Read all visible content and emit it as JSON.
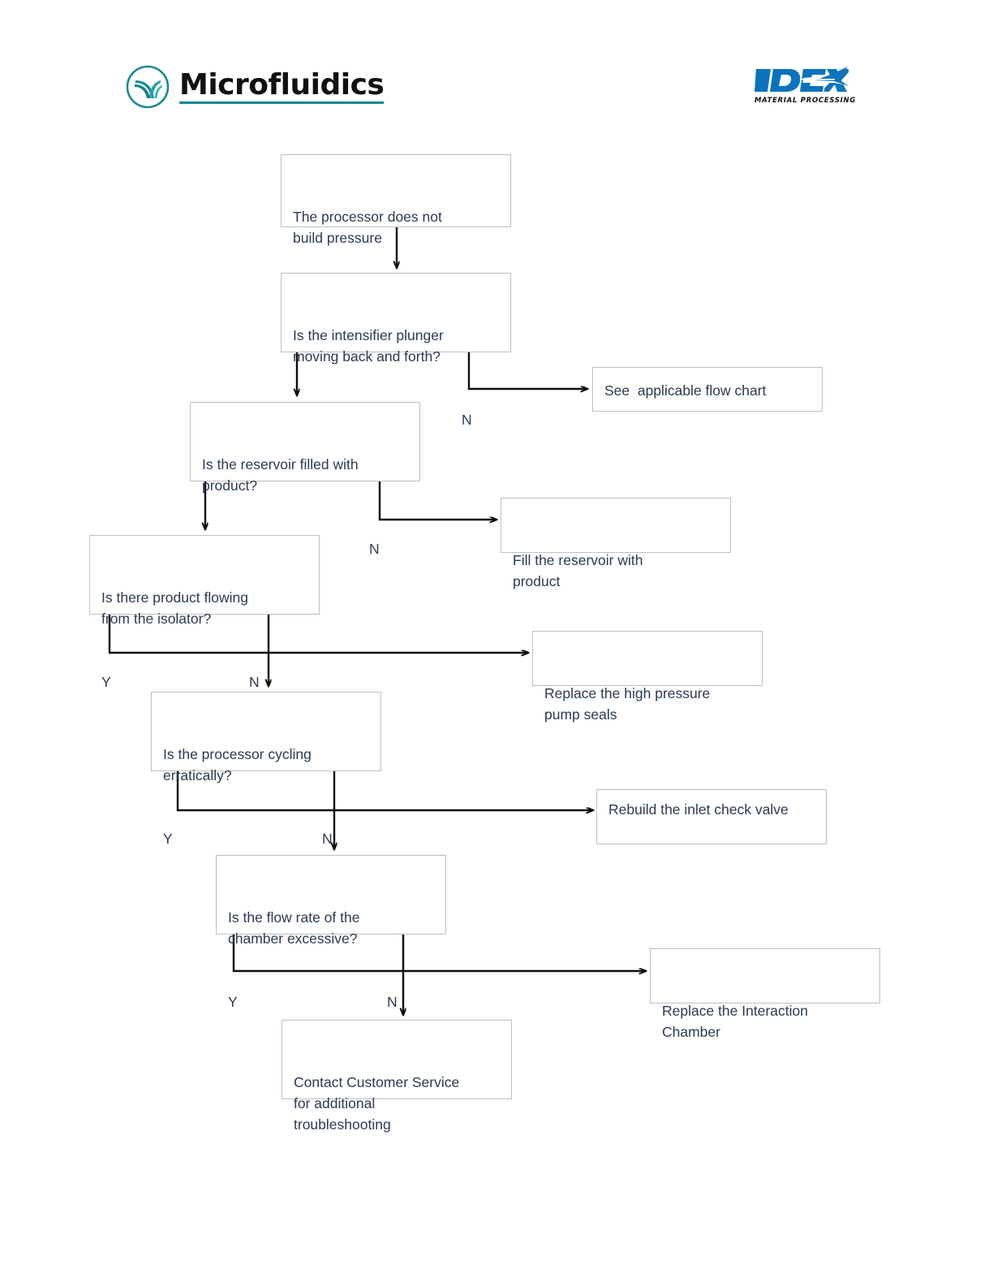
{
  "header": {
    "brand_primary": "Microfluidics",
    "brand_secondary": "IDEX",
    "brand_secondary_tagline": "MATERIAL PROCESSING",
    "brand_primary_color": "#1a8a93",
    "brand_secondary_color": "#0b73bd",
    "logo_mark_name": "microfluidics-leaf-mark",
    "idex_mark_name": "idex-star-mark"
  },
  "flowchart": {
    "title": "The processor does not build pressure",
    "node_text_color": "#2b3a52",
    "node_border_color": "#bfbfbf",
    "connector_color": "#0d0d0d",
    "yes_label": "Y",
    "no_label": "N",
    "nodes": [
      {
        "id": "start",
        "name": "node-processor-no-pressure",
        "text": "The processor does not\nbuild pressure",
        "has_branches": false
      },
      {
        "id": "q-plunger",
        "name": "node-question-intensifier-plunger",
        "text": "Is the intensifier plunger\nmoving back and forth?",
        "has_branches": true
      },
      {
        "id": "a-flowchart",
        "name": "node-see-applicable-flow-chart",
        "text": "See  applicable flow chart",
        "has_branches": false
      },
      {
        "id": "q-reservoir",
        "name": "node-question-reservoir-filled",
        "text": "Is the reservoir filled with\nproduct?",
        "has_branches": true
      },
      {
        "id": "a-fill",
        "name": "node-fill-the-reservoir",
        "text": "Fill the reservoir with\nproduct",
        "has_branches": false
      },
      {
        "id": "q-isolator",
        "name": "node-question-product-flowing-isolator",
        "text": "Is there product flowing\nfrom the isolator?",
        "has_branches": true
      },
      {
        "id": "a-seals",
        "name": "node-replace-pump-seals",
        "text": "Replace the high pressure\npump seals",
        "has_branches": false
      },
      {
        "id": "q-cycling",
        "name": "node-question-processor-cycling",
        "text": "Is the processor cycling\nerratically?",
        "has_branches": true
      },
      {
        "id": "a-checkvalve",
        "name": "node-rebuild-inlet-check-valve",
        "text": "Rebuild the inlet check valve",
        "has_branches": false
      },
      {
        "id": "q-flowrate",
        "name": "node-question-flow-rate-excessive",
        "text": "Is the flow rate of the\nchamber excessive?",
        "has_branches": true
      },
      {
        "id": "a-chamber",
        "name": "node-replace-interaction-chamber",
        "text": "Replace the Interaction\nChamber",
        "has_branches": false
      },
      {
        "id": "end",
        "name": "node-contact-customer-service",
        "text": "Contact Customer Service\nfor additional\ntroubleshooting",
        "has_branches": false
      }
    ]
  }
}
